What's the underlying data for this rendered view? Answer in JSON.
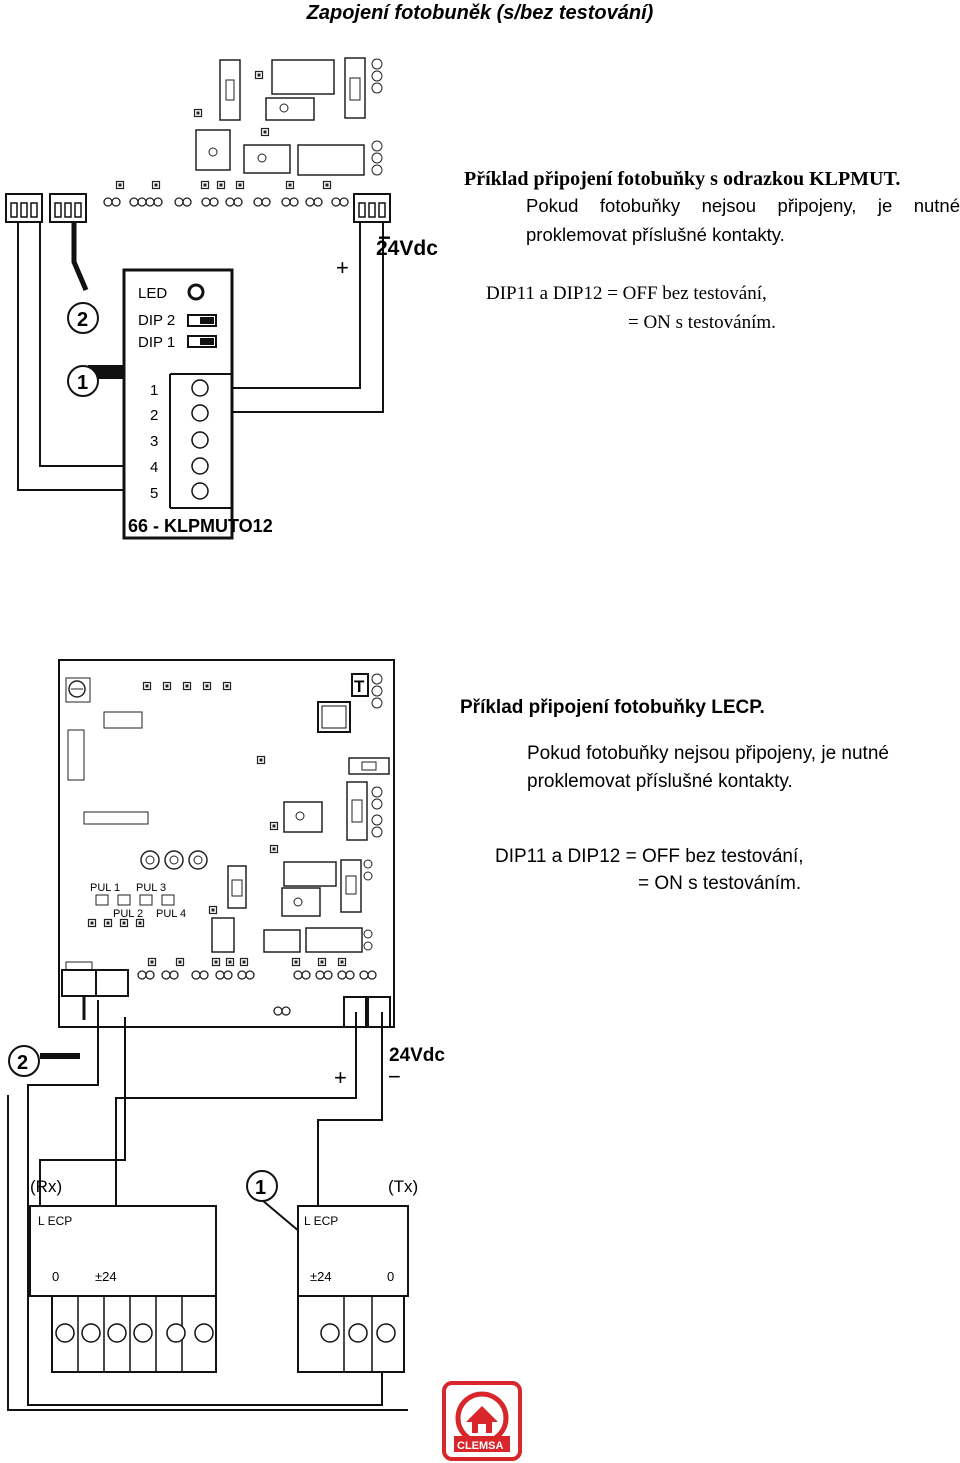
{
  "title": "Zapojení fotobuněk (s/bez testování)",
  "klpmut": {
    "heading": "Příklad připojení fotobuňky s odrazkou KLPMUT.",
    "note_line1": "Pokud fotobuňky nejsou připojeny, je nutné",
    "note_line2": "proklemovat příslušné kontakty.",
    "dip_line1": "DIP11 a DIP12 = OFF bez testování,",
    "dip_line2": "= ON s testováním.",
    "label_24vdc": "24Vdc",
    "label_plus": "+",
    "label_minus": "−",
    "label_led": "LED",
    "label_dip2": "DIP 2",
    "label_dip1": "DIP 1",
    "terminals": [
      "1",
      "2",
      "3",
      "4",
      "5"
    ],
    "marker_1": "1",
    "marker_2": "2",
    "module_label": "66 - KLPMUTO12"
  },
  "lecp": {
    "heading": "Příklad připojení fotobuňky LECP.",
    "note_line1": "Pokud fotobuňky nejsou připojeny, je nutné",
    "note_line2": "proklemovat příslušné kontakty.",
    "dip_line1": "DIP11 a DIP12 = OFF bez testování,",
    "dip_line2": "= ON s testováním.",
    "label_24vdc": "24Vdc",
    "label_plus": "+",
    "label_minus": "−",
    "label_T": "T",
    "pul1": "PUL 1",
    "pul2": "PUL 2",
    "pul3": "PUL 3",
    "pul4": "PUL 4",
    "marker_1": "1",
    "marker_2": "2",
    "rx_label": "(Rx)",
    "tx_label": "(Tx)",
    "rx_device": "L ECP",
    "tx_device": "L ECP",
    "rx_term_0": "0",
    "rx_term_24": "±24",
    "tx_term_24": "±24",
    "tx_term_0": "0"
  },
  "logo": {
    "text": "CLEMSA",
    "color": "#d8262b"
  }
}
